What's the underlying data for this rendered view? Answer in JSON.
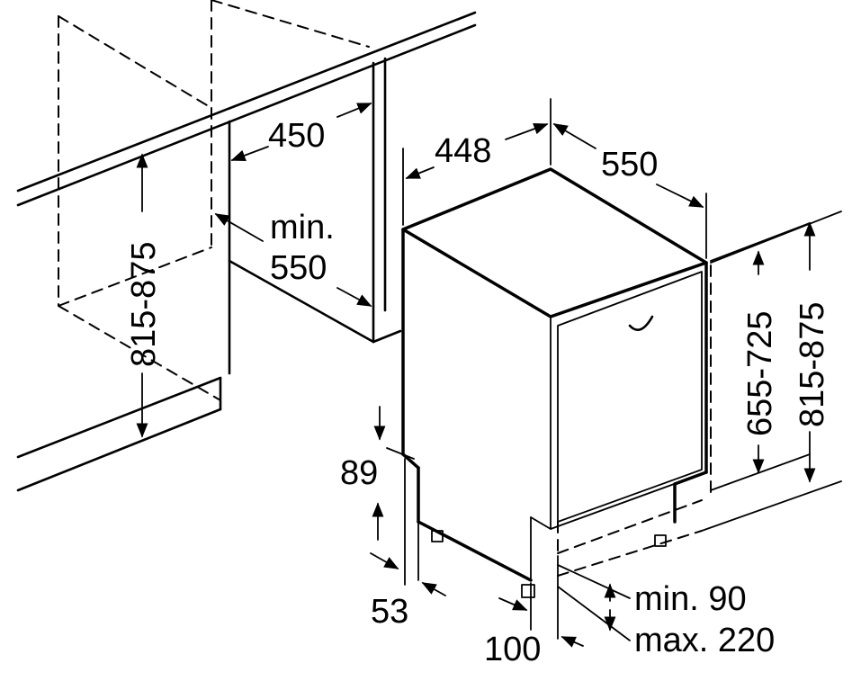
{
  "dimensions": {
    "niche_width": "450",
    "niche_depth_line1": "min.",
    "niche_depth_line2": "550",
    "niche_height": "815-875",
    "appliance_width": "448",
    "appliance_depth": "550",
    "door_height": "655-725",
    "total_height": "815-875",
    "plinth_height": "89",
    "foot_offset": "53",
    "door_offset": "100",
    "plinth_gap_min": "min. 90",
    "plinth_gap_max": "max. 220"
  }
}
